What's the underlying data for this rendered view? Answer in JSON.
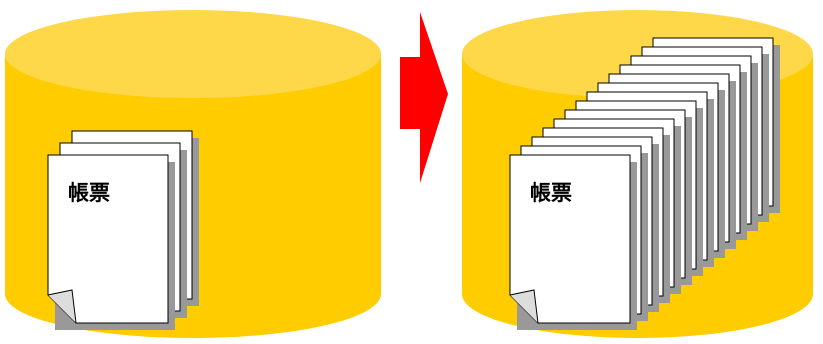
{
  "diagram": {
    "left_storage": {
      "document_label": "帳票",
      "document_count": 3
    },
    "right_storage": {
      "document_label": "帳票",
      "document_count": 14
    },
    "colors": {
      "cylinder_body": "#FFCC00",
      "cylinder_top": "#FFD84A",
      "arrow": "#FF0000",
      "paper": "#FFFFFF",
      "paper_shadow": "#999999",
      "paper_edge": "#000000"
    }
  }
}
